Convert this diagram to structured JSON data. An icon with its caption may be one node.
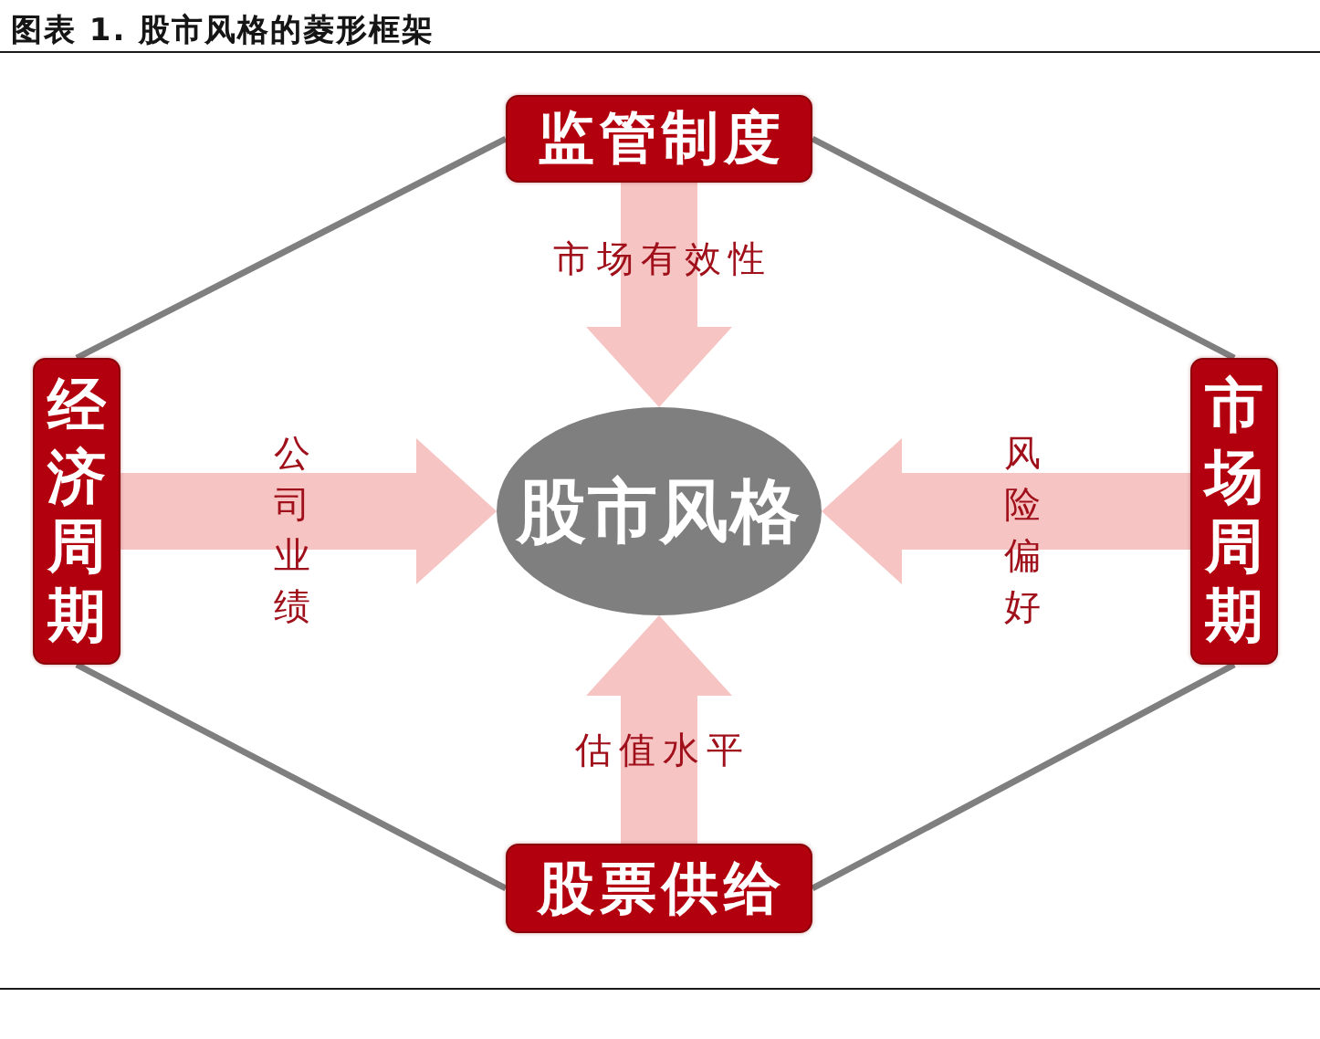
{
  "diagram": {
    "title": "图表 1. 股市风格的菱形框架",
    "nodes": [
      {
        "text": [
          "监管制度"
        ]
      },
      {
        "text": [
          "经济周期"
        ]
      },
      {
        "text": [
          "股市风格"
        ]
      },
      {
        "text": [
          "市场周期"
        ]
      },
      {
        "text": [
          "股票供给"
        ]
      }
    ],
    "edges": [
      {
        "from": 0,
        "to": 1,
        "arrow": "none"
      },
      {
        "from": 0,
        "to": 3,
        "arrow": "none"
      },
      {
        "from": 1,
        "to": 4,
        "arrow": "none"
      },
      {
        "from": 3,
        "to": 4,
        "arrow": "none"
      },
      {
        "from": 0,
        "to": 2,
        "arrow": "to",
        "label": "市场有效性",
        "style": "thick",
        "color": "#f7c4c4"
      },
      {
        "from": 1,
        "to": 2,
        "arrow": "to",
        "label": "公司业绩",
        "style": "thick",
        "color": "#f7c4c4"
      },
      {
        "from": 3,
        "to": 2,
        "arrow": "to",
        "label": "风险偏好",
        "style": "thick",
        "color": "#f7c4c4"
      },
      {
        "from": 4,
        "to": 2,
        "arrow": "to",
        "label": "估值水平",
        "style": "thick",
        "color": "#f7c4c4"
      }
    ]
  }
}
